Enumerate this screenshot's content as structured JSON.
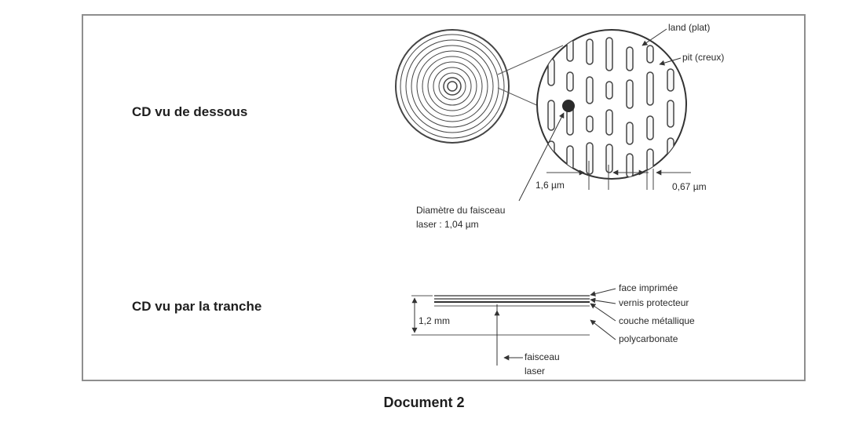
{
  "document": {
    "caption": "Document 2"
  },
  "views": {
    "bottom_view_title": "CD vu de dessous",
    "edge_view_title": "CD vu par la tranche"
  },
  "bottom_view": {
    "land_label": "land (plat)",
    "pit_label": "pit (creux)",
    "track_pitch": "1,6 µm",
    "pit_width": "0,67 µm",
    "beam_diameter_line1": "Diamètre du faisceau",
    "beam_diameter_line2": "laser : 1,04 µm"
  },
  "edge_view": {
    "thickness": "1,2 mm",
    "layer_printed": "face imprimée",
    "layer_varnish": "vernis protecteur",
    "layer_metal": "couche métallique",
    "layer_polycarbonate": "polycarbonate",
    "beam_line1": "faisceau",
    "beam_line2": "laser"
  }
}
